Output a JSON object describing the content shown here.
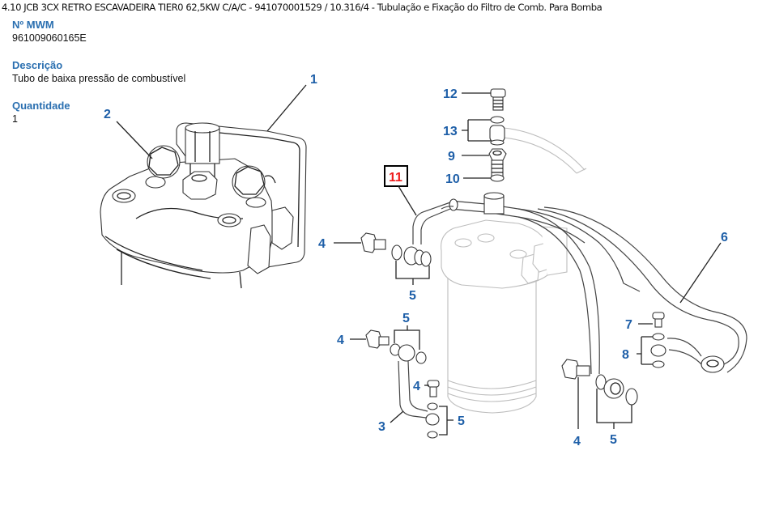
{
  "header": {
    "title": "4.10 JCB 3CX RETRO ESCAVADEIRA TIER0 62,5KW  C/A/C - 941070001529  /  10.316/4 - Tubulação e Fixação do Filtro de Comb. Para Bomba"
  },
  "details": {
    "part_number_label": "Nº MWM",
    "part_number_value": "961009060165E",
    "description_label": "Descrição",
    "description_value": "Tubo de baixa pressão de combustível",
    "quantity_label": "Quantidade",
    "quantity_value": "1"
  },
  "diagram": {
    "label_color": "#1e5fa8",
    "highlight_color": "#ee1c1c",
    "callouts": {
      "c1": "1",
      "c2": "2",
      "c3": "3",
      "c4a": "4",
      "c4b": "4",
      "c4c": "4",
      "c4d": "4",
      "c5a": "5",
      "c5b": "5",
      "c5c": "5",
      "c5d": "5",
      "c6": "6",
      "c7": "7",
      "c8": "8",
      "c9": "9",
      "c10": "10",
      "c11": "11",
      "c12": "12",
      "c13": "13"
    },
    "highlighted_callout": "11"
  }
}
